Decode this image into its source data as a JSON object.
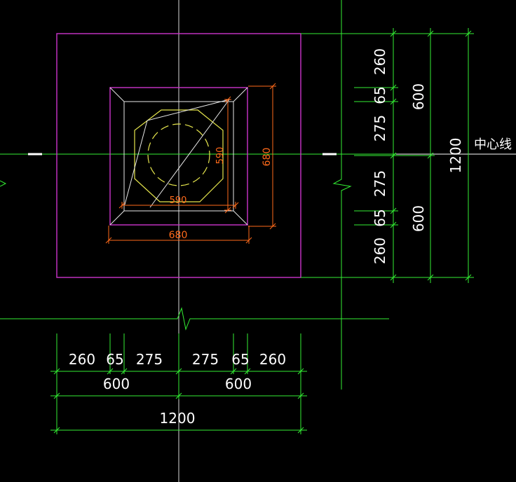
{
  "colors": {
    "background": "#000000",
    "outline": "#cc33cc",
    "dimension": "#33ee33",
    "white": "#e8e8e8",
    "yellow": "#e6e64d",
    "orange": "#ff6a1a",
    "text": "#ffffff"
  },
  "labels": {
    "center_line": "中心线",
    "inner_width_label": "590",
    "inner_height_label": "590",
    "outer_width_label": "680",
    "outer_height_label": "680"
  },
  "bottom_dims": {
    "row1": [
      "260",
      "65",
      "275",
      "275",
      "65",
      "260"
    ],
    "row2": [
      "600",
      "600"
    ],
    "row3": [
      "1200"
    ]
  },
  "right_dims": {
    "col1": [
      "260",
      "65",
      "275",
      "275",
      "65",
      "260"
    ],
    "col2": [
      "600",
      "600"
    ],
    "col3": [
      "1200"
    ]
  }
}
